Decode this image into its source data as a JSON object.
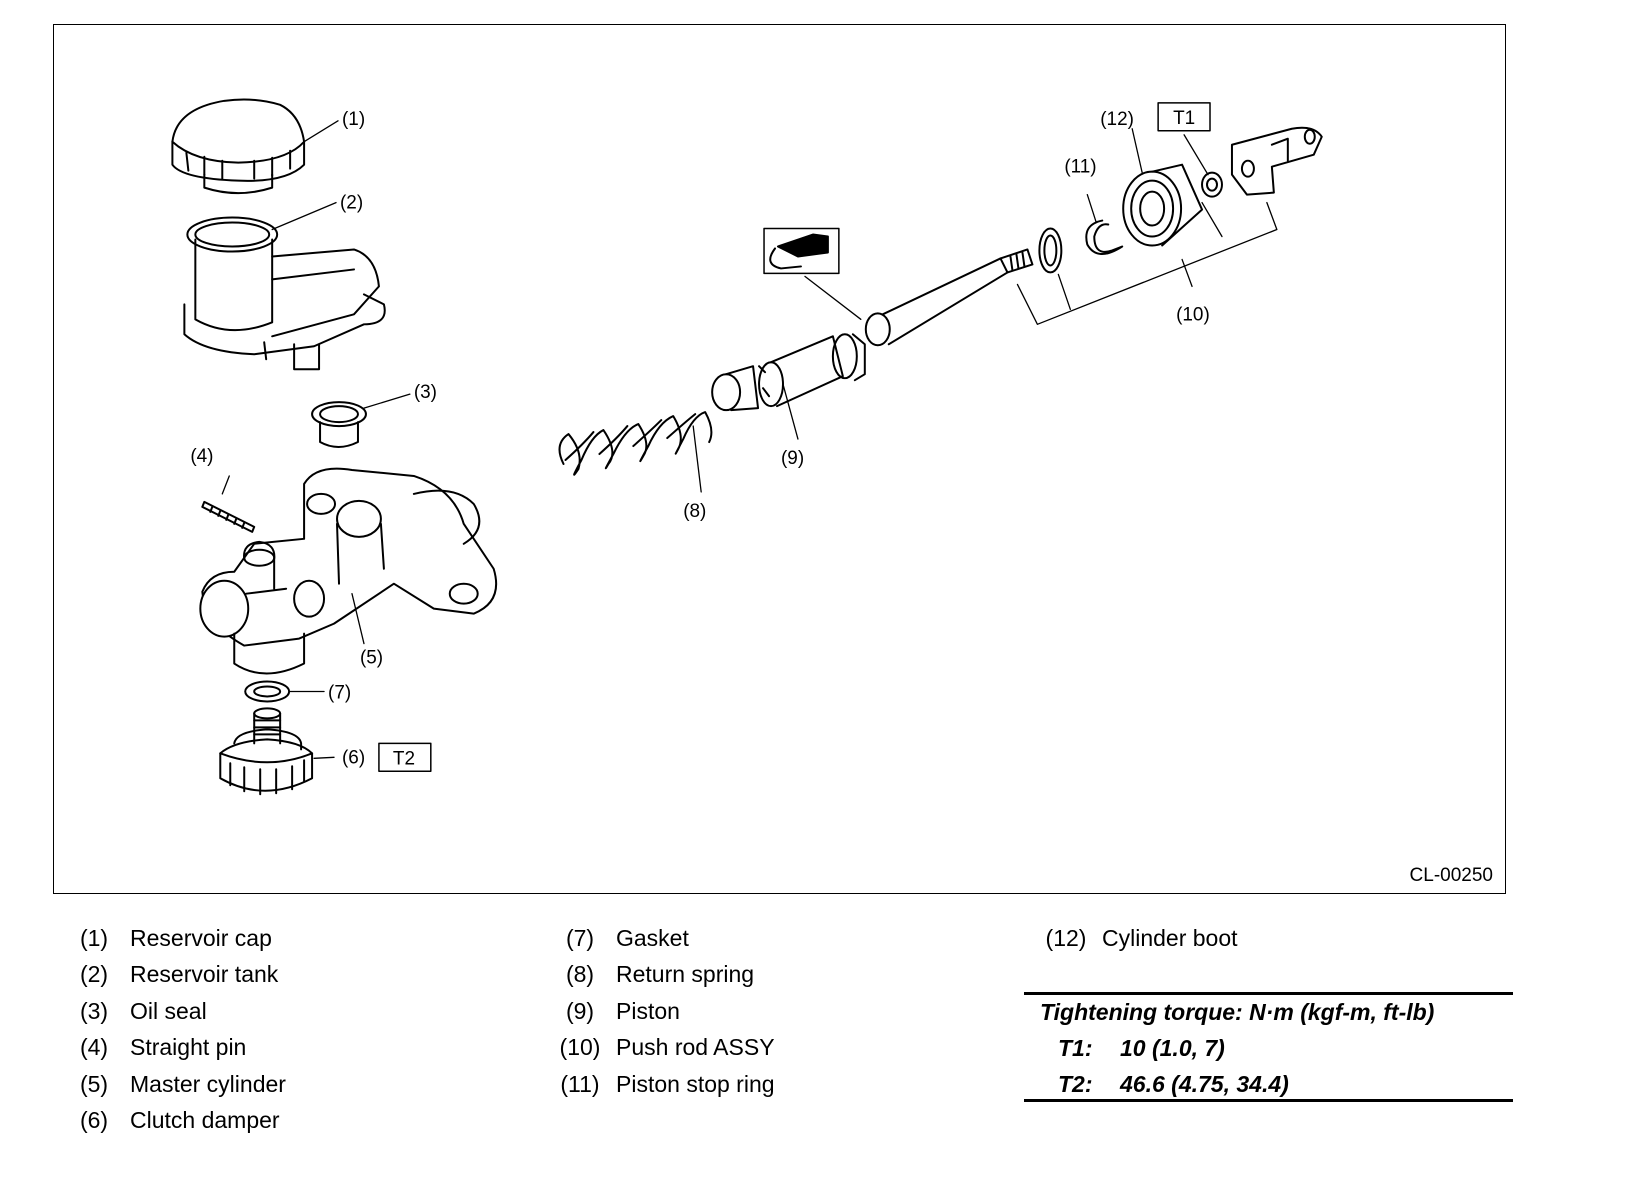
{
  "figure": {
    "figure_id": "CL-00250",
    "callouts": {
      "c1": "(1)",
      "c2": "(2)",
      "c3": "(3)",
      "c4": "(4)",
      "c5": "(5)",
      "c6": "(6)",
      "c7": "(7)",
      "c8": "(8)",
      "c9": "(9)",
      "c10": "(10)",
      "c11": "(11)",
      "c12": "(12)"
    },
    "torque_tags": {
      "t1": "T1",
      "t2": "T2"
    }
  },
  "legend": {
    "items": [
      {
        "num": "(1)",
        "name": "Reservoir cap"
      },
      {
        "num": "(2)",
        "name": "Reservoir tank"
      },
      {
        "num": "(3)",
        "name": "Oil seal"
      },
      {
        "num": "(4)",
        "name": "Straight pin"
      },
      {
        "num": "(5)",
        "name": "Master cylinder"
      },
      {
        "num": "(6)",
        "name": "Clutch damper"
      },
      {
        "num": "(7)",
        "name": "Gasket"
      },
      {
        "num": "(8)",
        "name": "Return spring"
      },
      {
        "num": "(9)",
        "name": "Piston"
      },
      {
        "num": "(10)",
        "name": "Push rod ASSY"
      },
      {
        "num": "(11)",
        "name": "Piston stop ring"
      },
      {
        "num": "(12)",
        "name": "Cylinder boot"
      }
    ]
  },
  "torque": {
    "title": "Tightening torque: N·m (kgf-m, ft-lb)",
    "rows": [
      {
        "key": "T1:",
        "value": "10 (1.0, 7)"
      },
      {
        "key": "T2:",
        "value": "46.6 (4.75, 34.4)"
      }
    ]
  }
}
